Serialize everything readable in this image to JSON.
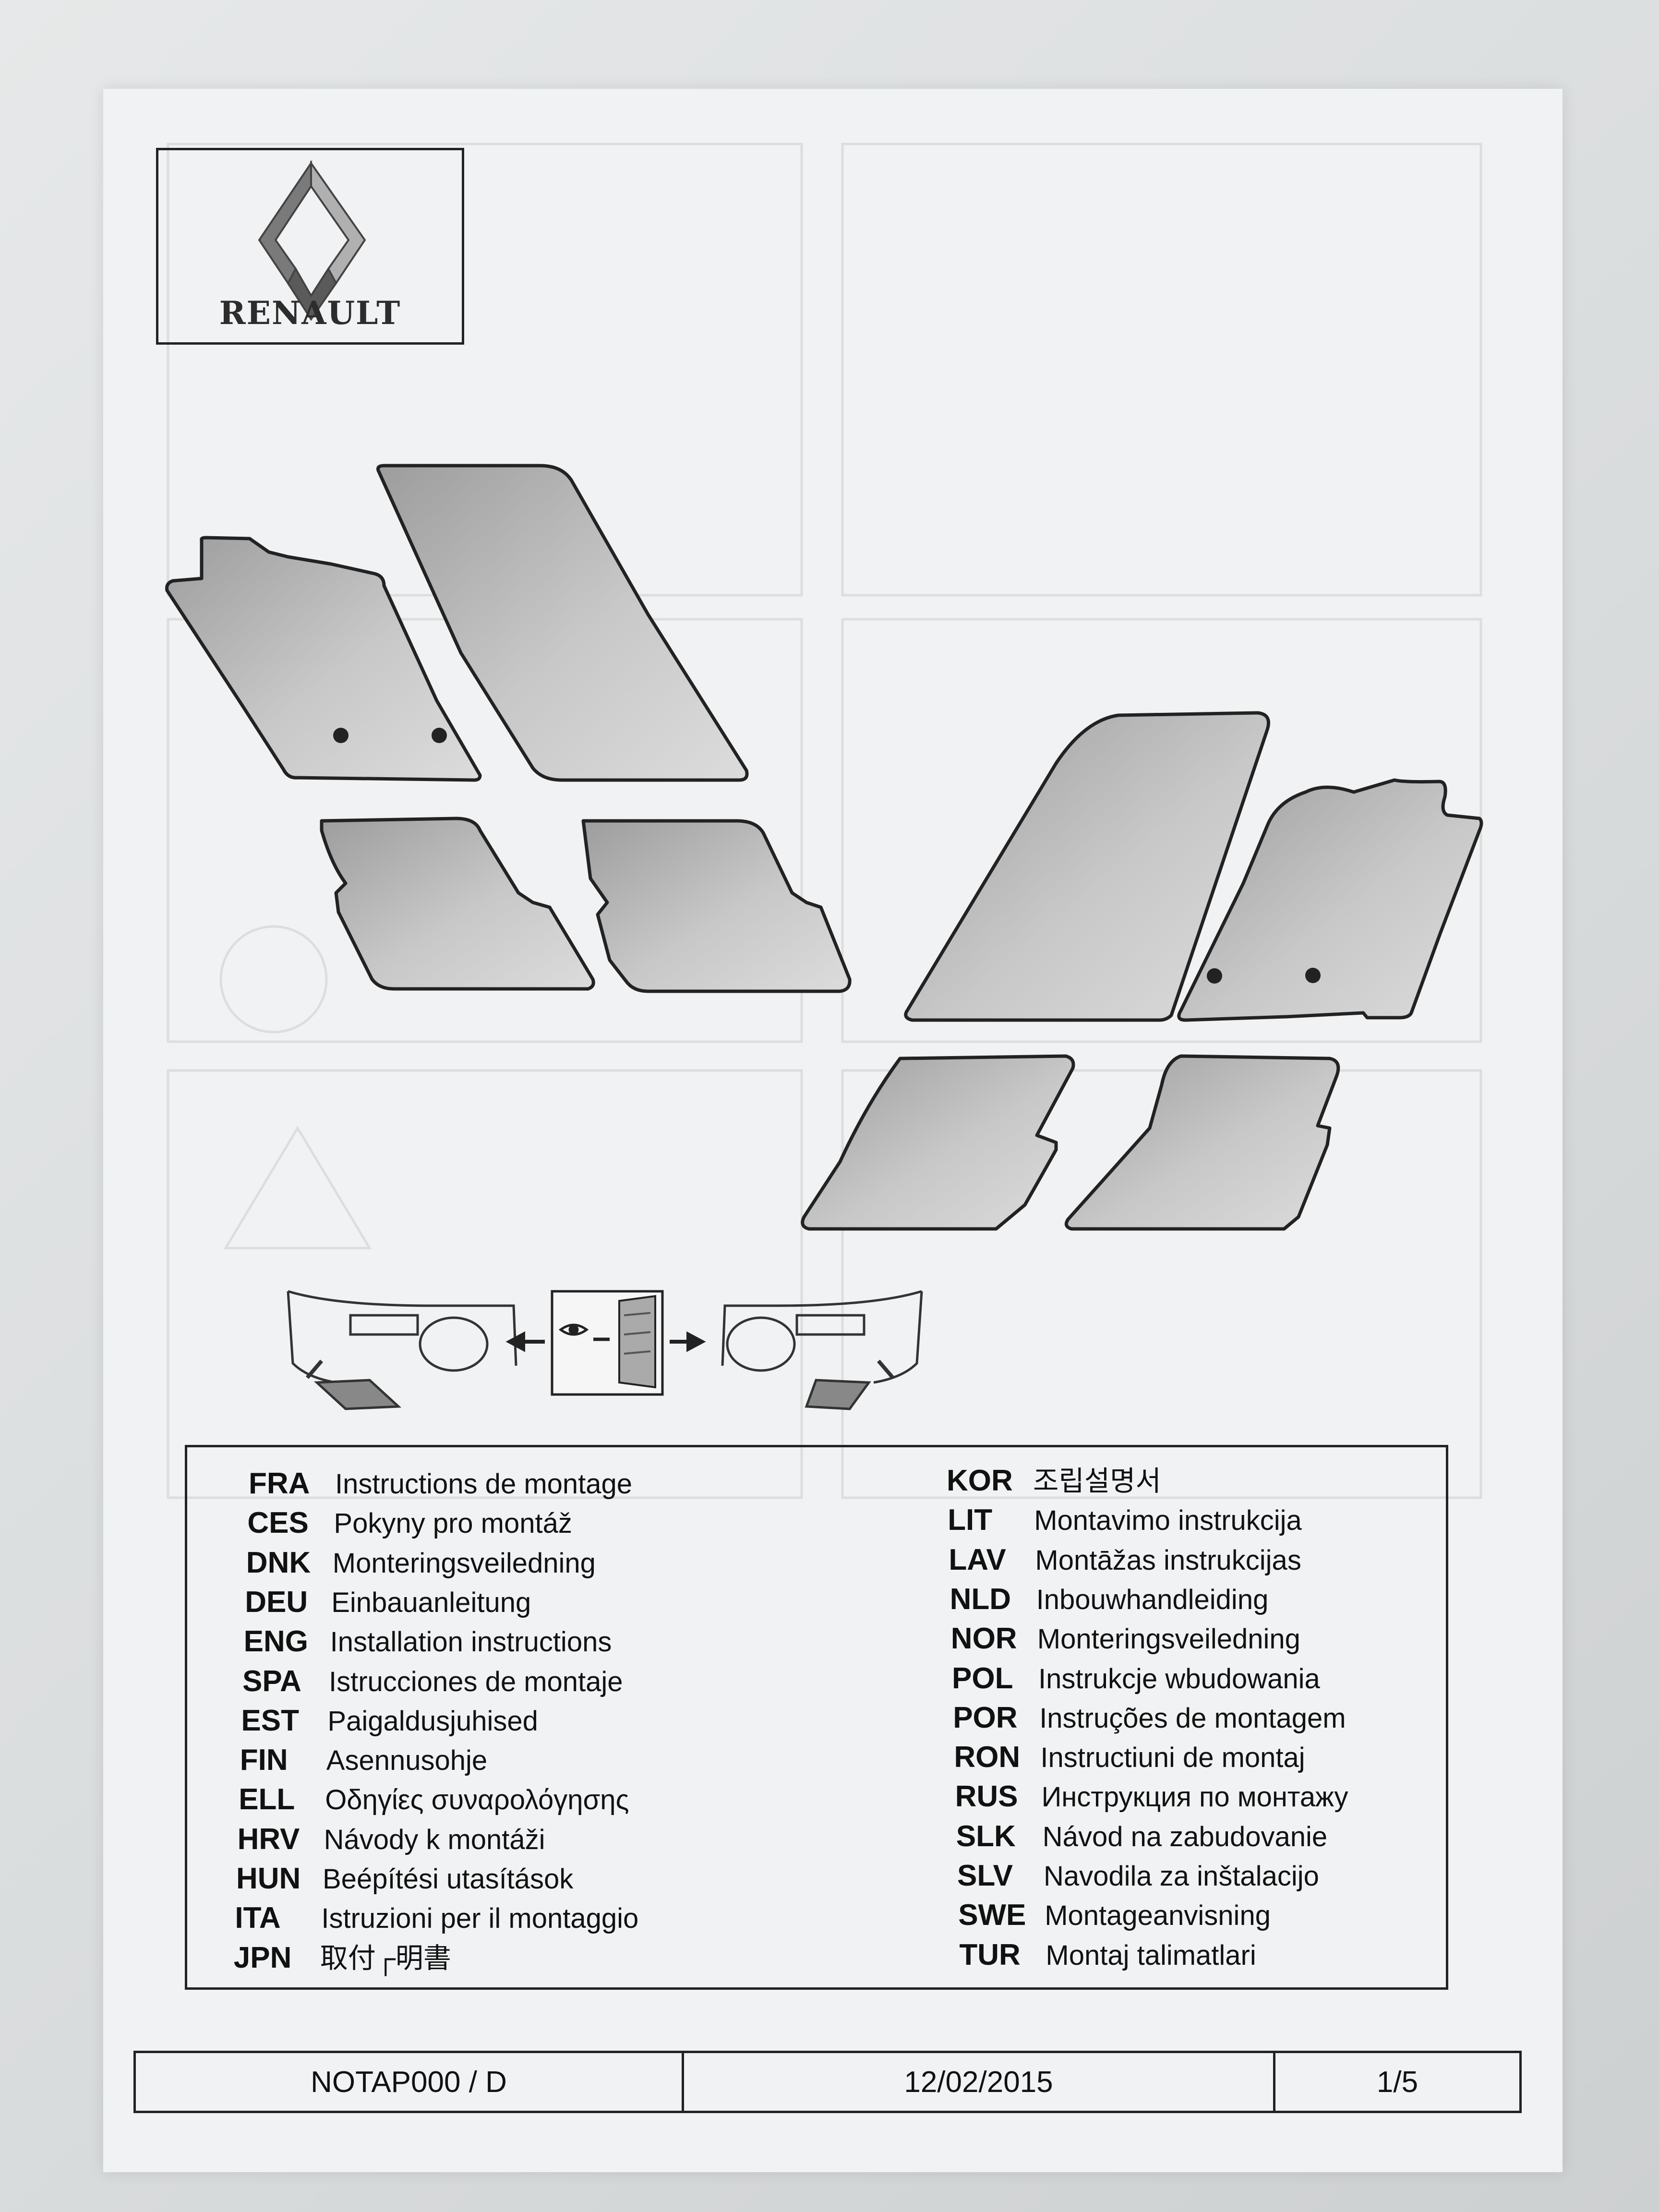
{
  "brand": {
    "name": "RENAULT"
  },
  "colors": {
    "paper": "#f1f2f3",
    "mat_fill": "#b9b9b9",
    "ink": "#111111"
  },
  "languages": {
    "left": [
      {
        "code": "FRA",
        "text": "Instructions de montage"
      },
      {
        "code": "CES",
        "text": "Pokyny pro montáž"
      },
      {
        "code": "DNK",
        "text": "Monteringsveiledning"
      },
      {
        "code": "DEU",
        "text": "Einbauanleitung"
      },
      {
        "code": "ENG",
        "text": "Installation instructions"
      },
      {
        "code": "SPA",
        "text": "Istrucciones de montaje"
      },
      {
        "code": "EST",
        "text": "Paigaldusjuhised"
      },
      {
        "code": "FIN",
        "text": "Asennusohje"
      },
      {
        "code": "ELL",
        "text": "Οδηγίες συναρολόγησης"
      },
      {
        "code": "HRV",
        "text": "Návody k montáži"
      },
      {
        "code": "HUN",
        "text": "Beépítési utasítások"
      },
      {
        "code": "ITA",
        "text": "Istruzioni per il montaggio"
      },
      {
        "code": "JPN",
        "text": "取付┌明書"
      }
    ],
    "right": [
      {
        "code": "KOR",
        "text": "조립설명서"
      },
      {
        "code": "LIT",
        "text": "Montavimo instrukcija"
      },
      {
        "code": "LAV",
        "text": "Montāžas instrukcijas"
      },
      {
        "code": "NLD",
        "text": "Inbouwhandleiding"
      },
      {
        "code": "NOR",
        "text": "Monteringsveiledning"
      },
      {
        "code": "POL",
        "text": "Instrukcje wbudowania"
      },
      {
        "code": "POR",
        "text": "Instruções de montagem"
      },
      {
        "code": "RON",
        "text": "Instructiuni de montaj"
      },
      {
        "code": "RUS",
        "text": "Инструкция по монтажу"
      },
      {
        "code": "SLK",
        "text": "Návod na zabudovanie"
      },
      {
        "code": "SLV",
        "text": "Navodila za inštalacijo"
      },
      {
        "code": "SWE",
        "text": "Montageanvisning"
      },
      {
        "code": "TUR",
        "text": "Montaj talimatlari"
      }
    ]
  },
  "footer": {
    "ref": "NOTAP000 / D",
    "date": "12/02/2015",
    "page": "1/5"
  },
  "icons": [
    "renault-diamond-icon",
    "eye-icon",
    "arrow-left-icon",
    "arrow-right-icon",
    "book-icon"
  ]
}
